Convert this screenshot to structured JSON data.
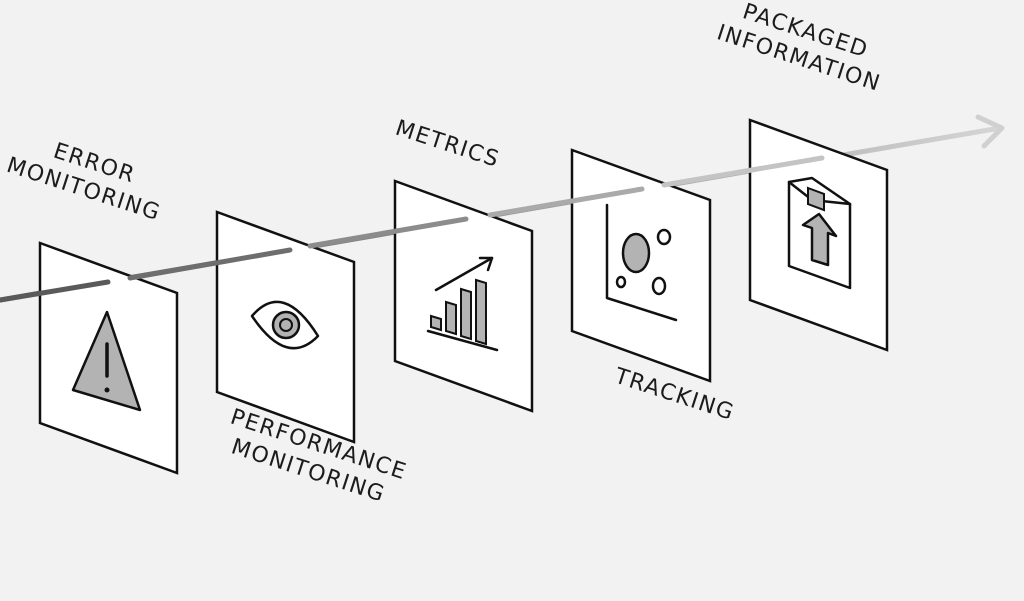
{
  "stages": [
    {
      "id": "error",
      "label_lines": [
        "ERROR",
        "MONITORING"
      ],
      "icon": "warning-triangle-icon"
    },
    {
      "id": "performance",
      "label_lines": [
        "PERFORMANCE",
        "MONITORING"
      ],
      "icon": "eye-icon"
    },
    {
      "id": "metrics",
      "label_lines": [
        "METRICS"
      ],
      "icon": "bar-chart-trend-icon"
    },
    {
      "id": "tracking",
      "label_lines": [
        "TRACKING"
      ],
      "icon": "scatter-plot-icon"
    },
    {
      "id": "packaged",
      "label_lines": [
        "PACKAGED",
        "INFORMATION"
      ],
      "icon": "package-upload-icon"
    }
  ],
  "colors": {
    "background": "#f2f2f2",
    "panel_fill": "#ffffff",
    "panel_stroke": "#111111",
    "icon_fill_gray": "#b3b3b3",
    "arrow_start": "#5a5a5a",
    "arrow_end": "#d4d4d4"
  }
}
